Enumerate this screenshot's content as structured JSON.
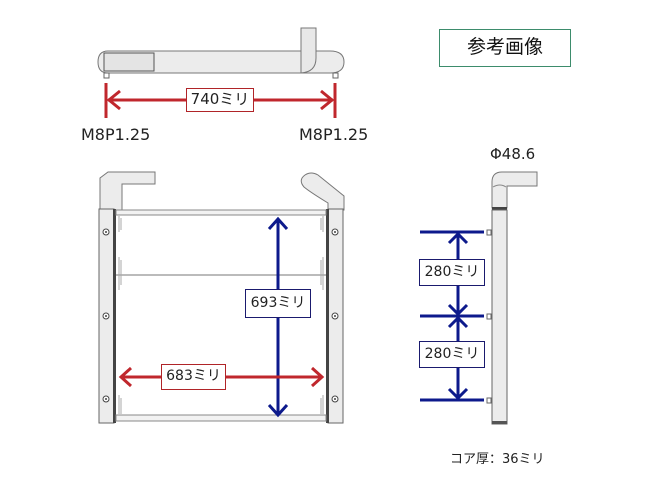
{
  "reference_label": "参考画像",
  "top_view": {
    "width_dimension": "740ミリ",
    "left_thread": "M8P1.25",
    "right_thread": "M8P1.25"
  },
  "front_view": {
    "height_dimension": "693ミリ",
    "width_dimension": "683ミリ"
  },
  "side_view": {
    "pipe_diameter": "Φ48.6",
    "upper_spacing": "280ミリ",
    "lower_spacing": "280ミリ",
    "core_thickness": "コア厚：36ミリ"
  },
  "colors": {
    "red_dimension": "#c0272d",
    "blue_dimension": "#0d1a8c",
    "part_fill": "#ececec",
    "part_stroke": "#666666",
    "reference_border": "#3d8c6c"
  }
}
